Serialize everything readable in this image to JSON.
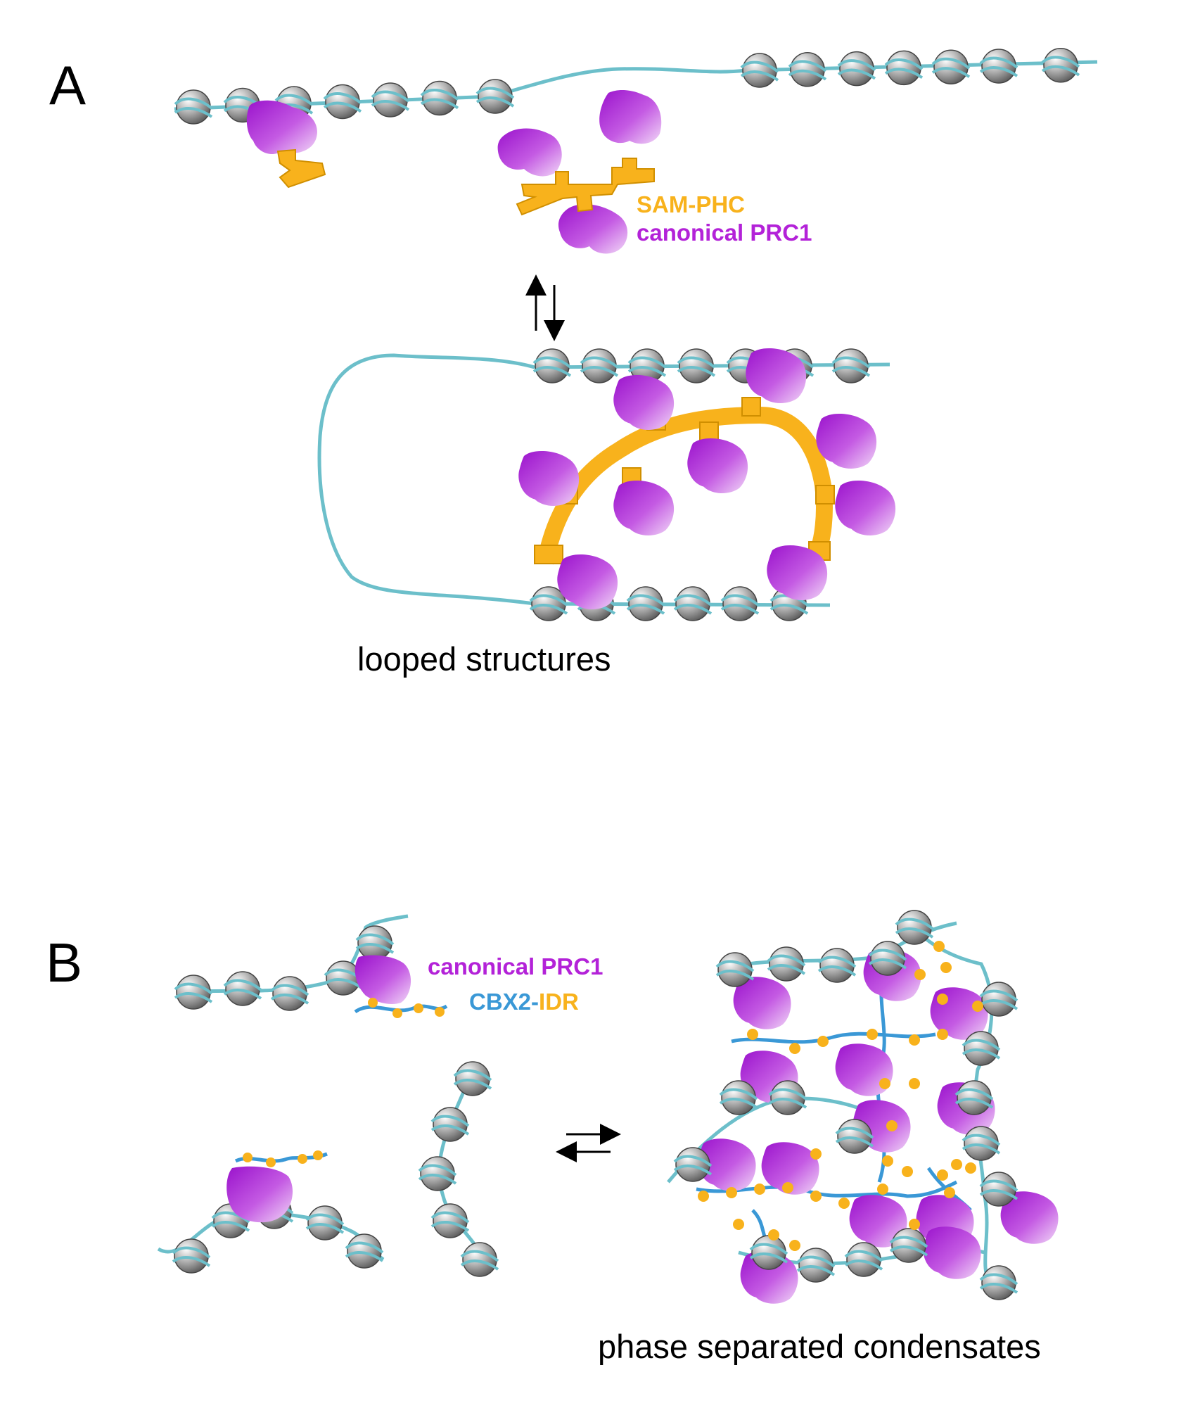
{
  "colors": {
    "dna": "#6cbfca",
    "nucleosome": "#9a9a9a",
    "prc1": "#b322d8",
    "prc1_light": "#e9c2f2",
    "sam_phc": "#f8b21c",
    "idr_blue": "#3a98d6",
    "idr_orange": "#f8b21c"
  },
  "panel_a": {
    "letter": "A",
    "label_sam_phc": "SAM-PHC",
    "label_canonical_prc1": "canonical PRC1",
    "equilibrium_arrows": "forward-reverse-vertical",
    "caption": "looped structures"
  },
  "panel_b": {
    "letter": "B",
    "label_canonical_prc1": "canonical PRC1",
    "label_cbx2": "CBX2-",
    "label_idr": "IDR",
    "equilibrium_arrows": "forward-reverse-horizontal",
    "caption": "phase separated condensates"
  }
}
